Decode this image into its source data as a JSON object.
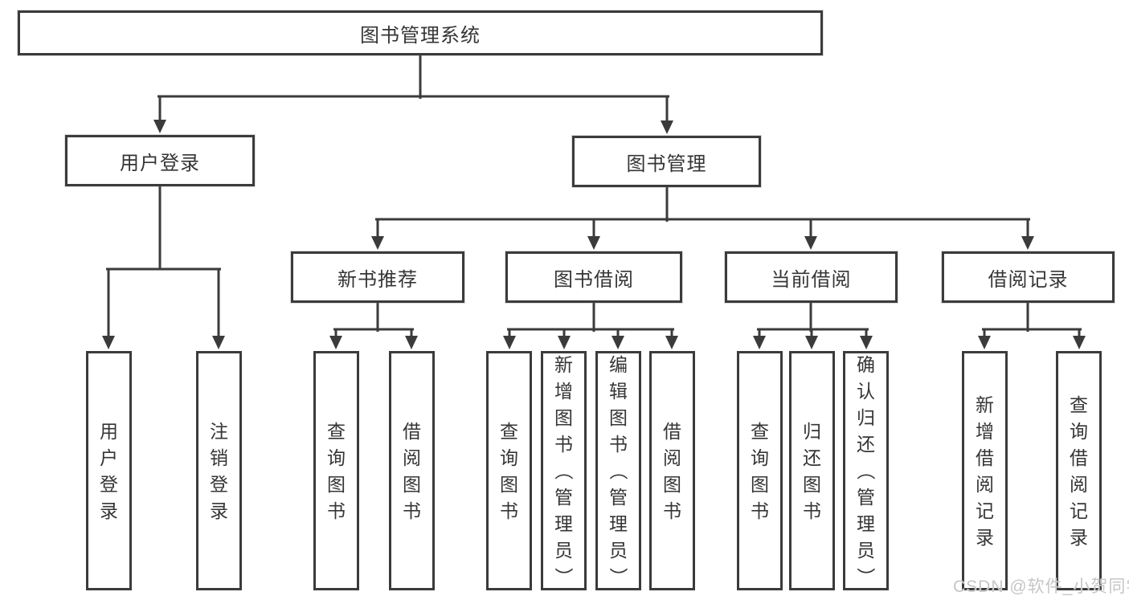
{
  "nodes": {
    "root": "图书管理系统",
    "user_login": "用户登录",
    "book_mgmt": "图书管理",
    "level3": [
      "新书推荐",
      "图书借阅",
      "当前借阅",
      "借阅记录"
    ],
    "leaves": [
      "用户登录",
      "注销登录",
      "查询图书",
      "借阅图书",
      "查询图书",
      "新增图书（管理员）",
      "编辑图书（管理员）",
      "借阅图书",
      "查询图书",
      "归还图书",
      "确认归还（管理员）",
      "新增借阅记录",
      "查询借阅记录"
    ]
  },
  "watermark": "CSDN @软件_小贺同学",
  "colors": {
    "line": "#3b3b3b",
    "text": "#353535",
    "watermark": "#c6c6c6",
    "background": "#ffffff"
  }
}
